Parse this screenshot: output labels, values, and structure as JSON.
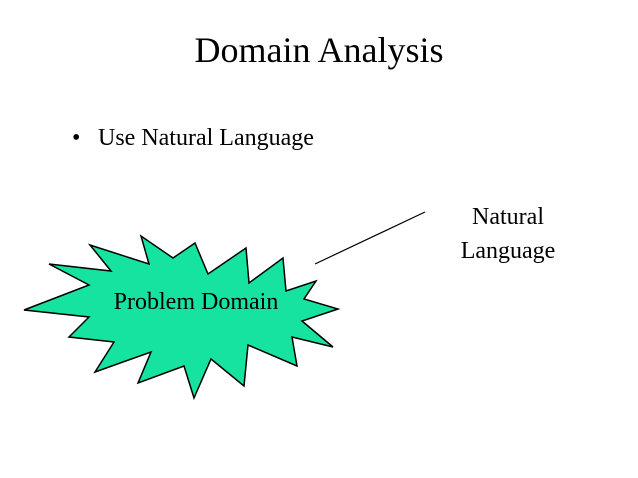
{
  "slide": {
    "title": "Domain Analysis",
    "bullets": [
      {
        "marker": "•",
        "text": "Use Natural Language"
      }
    ]
  },
  "diagram": {
    "burst_label": "Problem Domain",
    "side_label": [
      "Natural",
      "Language"
    ],
    "colors": {
      "burst_fill": "#17E3A0",
      "burst_stroke": "#000000",
      "connector": "#000000"
    }
  }
}
